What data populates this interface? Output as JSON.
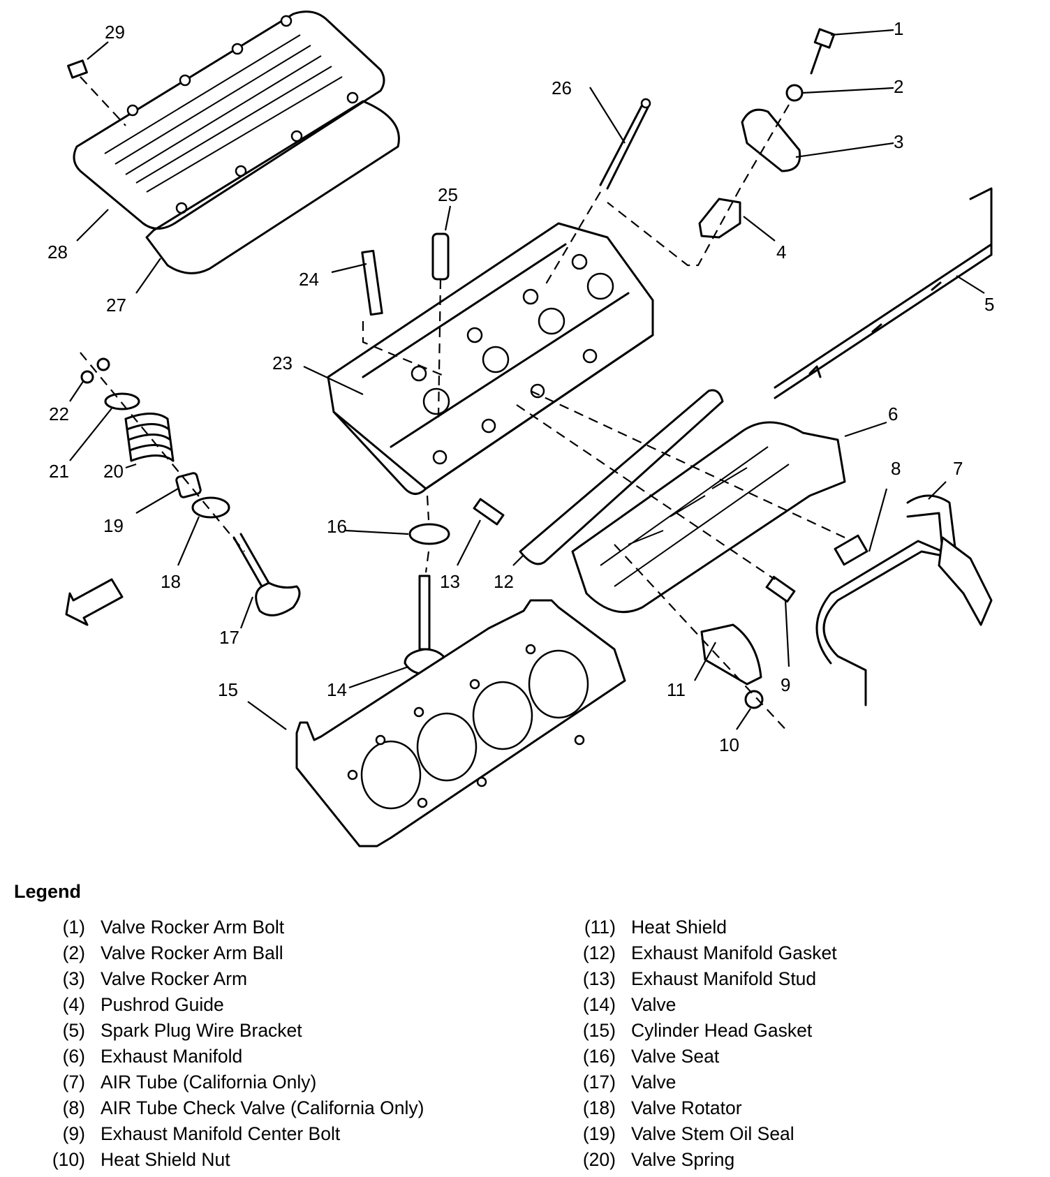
{
  "diagram": {
    "callouts": [
      "1",
      "2",
      "3",
      "4",
      "5",
      "6",
      "7",
      "8",
      "9",
      "10",
      "11",
      "12",
      "13",
      "14",
      "15",
      "16",
      "17",
      "18",
      "19",
      "20",
      "21",
      "22",
      "23",
      "24",
      "25",
      "26",
      "27",
      "28",
      "29"
    ]
  },
  "legend": {
    "title": "Legend",
    "left": [
      {
        "num": "(1)",
        "label": "Valve Rocker Arm Bolt"
      },
      {
        "num": "(2)",
        "label": "Valve Rocker Arm Ball"
      },
      {
        "num": "(3)",
        "label": "Valve Rocker Arm"
      },
      {
        "num": "(4)",
        "label": "Pushrod Guide"
      },
      {
        "num": "(5)",
        "label": "Spark Plug Wire Bracket"
      },
      {
        "num": "(6)",
        "label": "Exhaust Manifold"
      },
      {
        "num": "(7)",
        "label": "AIR Tube (California Only)"
      },
      {
        "num": "(8)",
        "label": "AIR Tube Check Valve (California Only)"
      },
      {
        "num": "(9)",
        "label": "Exhaust Manifold Center Bolt"
      },
      {
        "num": "(10)",
        "label": "Heat Shield Nut"
      }
    ],
    "right": [
      {
        "num": "(11)",
        "label": "Heat Shield"
      },
      {
        "num": "(12)",
        "label": "Exhaust Manifold Gasket"
      },
      {
        "num": "(13)",
        "label": "Exhaust Manifold Stud"
      },
      {
        "num": "(14)",
        "label": "Valve"
      },
      {
        "num": "(15)",
        "label": "Cylinder Head Gasket"
      },
      {
        "num": "(16)",
        "label": "Valve Seat"
      },
      {
        "num": "(17)",
        "label": "Valve"
      },
      {
        "num": "(18)",
        "label": "Valve Rotator"
      },
      {
        "num": "(19)",
        "label": "Valve Stem Oil Seal"
      },
      {
        "num": "(20)",
        "label": "Valve Spring"
      }
    ]
  }
}
